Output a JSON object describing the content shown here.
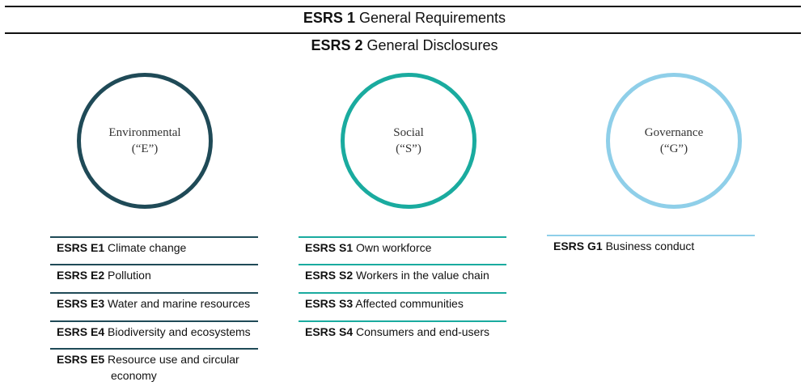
{
  "header": {
    "esrs1": {
      "code": "ESRS 1",
      "title": "General Requirements"
    },
    "esrs2": {
      "code": "ESRS 2",
      "title": "General Disclosures"
    }
  },
  "pillars": [
    {
      "name": "Environmental",
      "abbr": "(“E”)",
      "color": "#1f4a57",
      "items": [
        {
          "code": "ESRS E1",
          "title": "Climate change"
        },
        {
          "code": "ESRS E2",
          "title": "Pollution"
        },
        {
          "code": "ESRS E3",
          "title": "Water and marine resources"
        },
        {
          "code": "ESRS E4",
          "title": "Biodiversity and ecosystems"
        },
        {
          "code": "ESRS E5",
          "title": "Resource use and circular",
          "title_cont": "economy"
        }
      ]
    },
    {
      "name": "Social",
      "abbr": "(“S”)",
      "color": "#1aab9f",
      "items": [
        {
          "code": "ESRS S1",
          "title": "Own workforce"
        },
        {
          "code": "ESRS S2",
          "title": "Workers in the value chain"
        },
        {
          "code": "ESRS S3",
          "title": "Affected communities"
        },
        {
          "code": "ESRS S4",
          "title": "Consumers and end-users"
        }
      ]
    },
    {
      "name": "Governance",
      "abbr": "(“G”)",
      "color": "#8fcfe9",
      "items": [
        {
          "code": "ESRS G1",
          "title": "Business conduct"
        }
      ]
    }
  ]
}
